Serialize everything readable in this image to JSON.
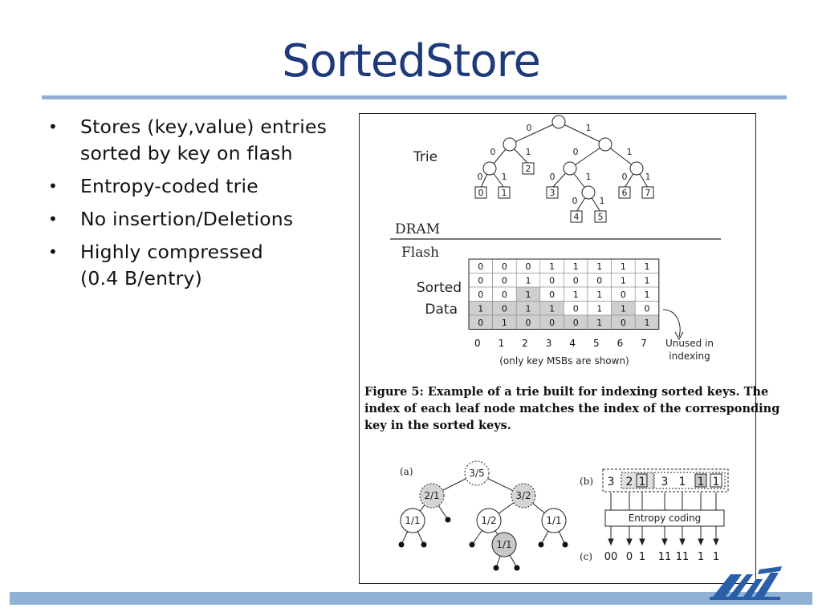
{
  "slide": {
    "title": "SortedStore",
    "bullets": [
      "Stores (key,value) entries sorted by key on flash",
      "Entropy-coded trie",
      "No insertion/Deletions",
      "Highly compressed\n(0.4 B/entry)"
    ]
  },
  "figure": {
    "trie_label": "Trie",
    "dram_label": "DRAM",
    "flash_label": "Flash",
    "sorted_label_1": "Sorted",
    "sorted_label_2": "Data",
    "unused_label_1": "Unused in",
    "unused_label_2": "indexing",
    "msb_note": "(only key MSBs are shown)",
    "leaf_indices": [
      "0",
      "1",
      "2",
      "3",
      "4",
      "5",
      "6",
      "7"
    ],
    "edge_labels": {
      "zero": "0",
      "one": "1"
    },
    "table_columns": [
      [
        "0",
        "0",
        "0",
        "1",
        "0"
      ],
      [
        "0",
        "0",
        "0",
        "0",
        "1"
      ],
      [
        "0",
        "1",
        "1",
        "1",
        "0"
      ],
      [
        "1",
        "0",
        "0",
        "1",
        "0"
      ],
      [
        "1",
        "0",
        "1",
        "0",
        "0"
      ],
      [
        "1",
        "0",
        "1",
        "1",
        "1"
      ],
      [
        "1",
        "1",
        "0",
        "1",
        "0"
      ],
      [
        "1",
        "1",
        "1",
        "0",
        "1"
      ]
    ],
    "caption": "Figure 5: Example of a trie built for indexing sorted keys. The index of each leaf node matches the index of the corresponding key in the sorted keys.",
    "caption_lines": [
      "Figure 5:  Example of a trie built for indexing sorted keys.  The",
      "index of each leaf node matches the index of the corresponding",
      "key in the sorted keys."
    ],
    "panel_a_label": "(a)",
    "panel_b_label": "(b)",
    "panel_c_label": "(c)",
    "panel_a_nodes": [
      "3/5",
      "2/1",
      "3/2",
      "1/1",
      "1/2",
      "1/1",
      "1/1"
    ],
    "panel_b_values": [
      "3",
      "2",
      "1",
      "3",
      "1",
      "1",
      "1"
    ],
    "entropy_label": "Entropy coding",
    "panel_c_codes": [
      "00",
      "0",
      "1",
      "11",
      "11",
      "1",
      "1"
    ]
  }
}
